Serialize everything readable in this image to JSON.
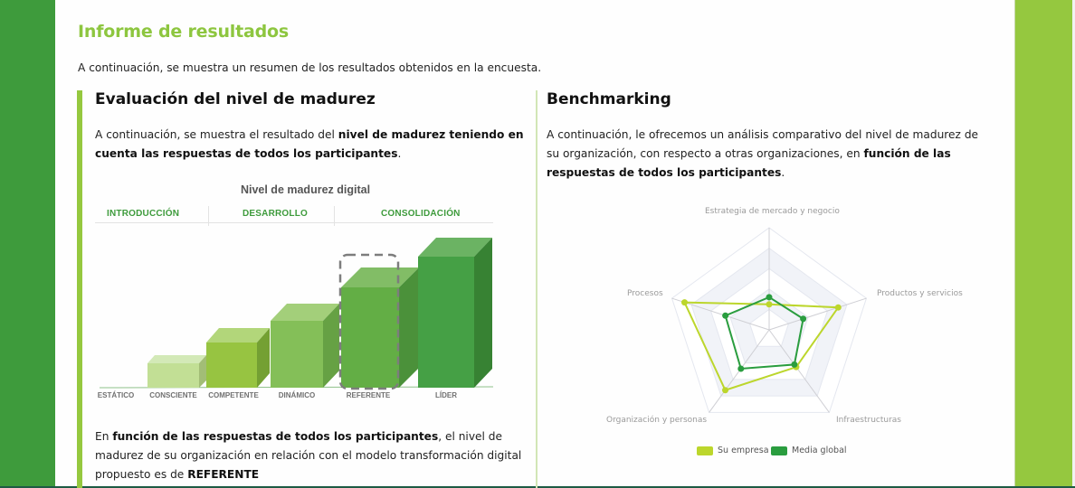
{
  "page": {
    "title": "Informe de resultados",
    "intro": "A continuación, se muestra un resumen de los resultados obtenidos en la encuesta."
  },
  "colors": {
    "left_band": "#3e9b3c",
    "right_band": "#95c83f",
    "title_green": "#8dc63f",
    "su_empresa": "#bcd62c",
    "media_global": "#2a9d3f",
    "bottom_line": "#1d5b44"
  },
  "maturity": {
    "heading": "Evaluación del nivel de madurez",
    "desc_prefix": "A continuación, se muestra el resultado del ",
    "desc_bold": "nivel de madurez teniendo en cuenta las respuestas de todos los participantes",
    "desc_suffix": ".",
    "result_prefix": "En ",
    "result_bold": "función de las respuestas de todos los participantes",
    "result_mid": ", el nivel de madurez de su organización en relación con el modelo transformación digital propuesto es de ",
    "result_level": "REFERENTE"
  },
  "benchmarking": {
    "heading": "Benchmarking",
    "desc_prefix": "A continuación, le ofrecemos un análisis comparativo del nivel de madurez de su organización, con respecto a otras organizaciones, en ",
    "desc_bold": "función de las respuestas de todos los participantes",
    "desc_suffix": "."
  },
  "chart_data": [
    {
      "type": "bar",
      "title": "Nivel de madurez digital",
      "phases": [
        "INTRODUCCIÓN",
        "DESARROLLO",
        "CONSOLIDACIÓN"
      ],
      "categories": [
        "ESTÁTICO",
        "CONSCIENTE",
        "COMPETENTE",
        "DINÁMICO",
        "REFERENTE",
        "LÍDER"
      ],
      "values": [
        0,
        1,
        2,
        3,
        4,
        5
      ],
      "highlighted": "REFERENTE",
      "xlabel": "",
      "ylabel": ""
    },
    {
      "type": "radar",
      "title": "",
      "axes": [
        "Estrategia de mercado y negocio",
        "Productos y servicios",
        "Infraestructuras",
        "Organización y personas",
        "Procesos"
      ],
      "range": [
        0,
        5
      ],
      "rings": 5,
      "series": [
        {
          "name": "Su empresa",
          "color": "#bcd62c",
          "values": [
            1.25,
            3.55,
            2.25,
            3.65,
            4.35
          ]
        },
        {
          "name": "Media global",
          "color": "#2a9d3f",
          "values": [
            1.6,
            1.75,
            2.1,
            2.35,
            2.25
          ]
        }
      ],
      "legend_position": "bottom"
    }
  ]
}
